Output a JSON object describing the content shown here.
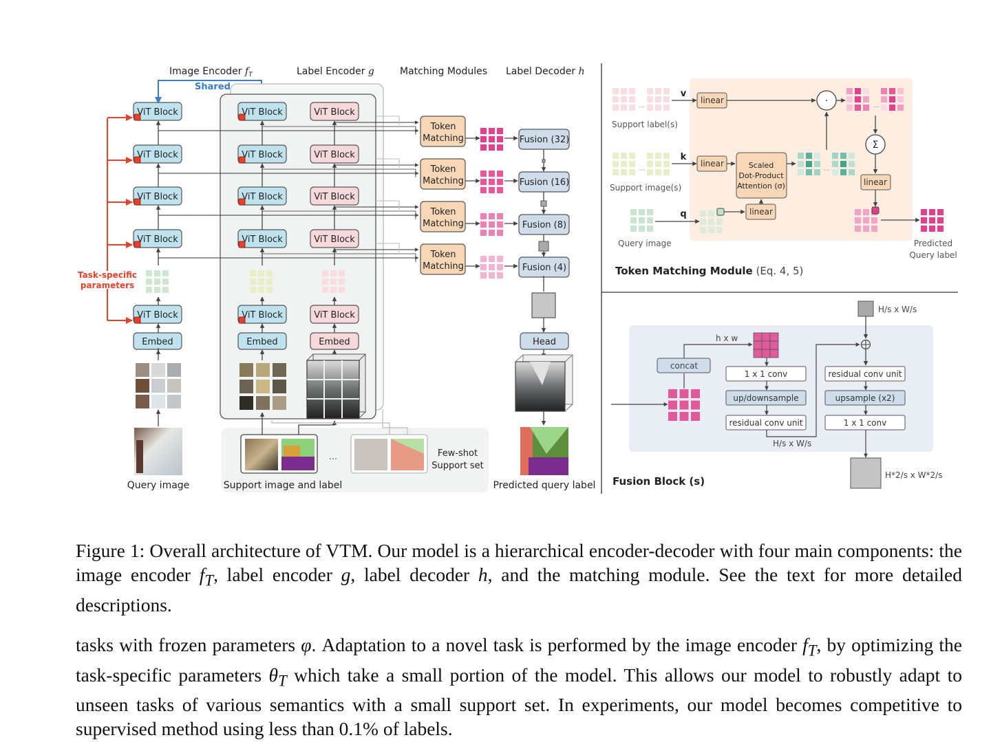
{
  "figure": {
    "column_headers": {
      "image_encoder": "Image Encoder",
      "image_encoder_sym": "f",
      "image_encoder_sub": "T",
      "label_encoder": "Label Encoder",
      "label_encoder_sym": "g",
      "matching": "Matching Modules",
      "label_decoder": "Label Decoder",
      "label_decoder_sym": "h"
    },
    "shared_label": "Shared",
    "task_specific_label": [
      "Task-specific",
      "parameters"
    ],
    "vit_block": "ViT Block",
    "embed": "Embed",
    "token_matching": [
      "Token",
      "Matching"
    ],
    "fusion_blocks": [
      "Fusion (32)",
      "Fusion (16)",
      "Fusion (8)",
      "Fusion (4)"
    ],
    "head": "Head",
    "query_image_label": "Query image",
    "support_image_label": "Support image and label",
    "few_shot_label": [
      "Few-shot",
      "Support set"
    ],
    "ellipsis": "...",
    "predicted_label": "Predicted query label",
    "tmm": {
      "title": "Token Matching Module",
      "title_ref": "(Eq. 4, 5)",
      "support_labels": "Support label(s)",
      "support_images": "Support image(s)",
      "query_image": "Query image",
      "predicted": [
        "Predicted",
        "Query label"
      ],
      "v": "v",
      "k": "k",
      "q": "q",
      "linear": "linear",
      "attention": [
        "Scaled",
        "Dot-Product",
        "Attention (σ)"
      ],
      "dot": "·",
      "sum": "Σ"
    },
    "fusion": {
      "title": "Fusion Block (s)",
      "concat": "concat",
      "hxw": "h x w",
      "conv1x1_a": "1 x 1 conv",
      "updown": "up/downsample",
      "rcu_a": "residual conv unit",
      "hs_ws_mid": "H/s x W/s",
      "hs_ws_top": "H/s x W/s",
      "rcu_b": "residual conv unit",
      "upsample": "upsample (x2)",
      "conv1x1_b": "1 x 1 conv",
      "out_size": "H*2/s x W*2/s"
    },
    "colors": {
      "vit_blue": "#bfe3ee",
      "vit_pink": "#f7d9dc",
      "token_orange": "#f8d7b6",
      "fusion_blue": "#cfdce9",
      "task_red": "#e8412a",
      "shared_blue": "#3a7ccc",
      "magenta": "#e33f8e"
    }
  },
  "caption": {
    "parts": [
      "Figure 1: Overall architecture of VTM. Our model is a hierarchical encoder-decoder with four main components: the image encoder ",
      "f",
      "T",
      ", label encoder ",
      "g",
      ", label decoder ",
      "h",
      ", and the matching module. See the text for more detailed descriptions."
    ]
  },
  "body": {
    "parts": [
      "tasks with frozen parameters ",
      "φ",
      ".  Adaptation to a novel task is performed by the image encoder ",
      "f",
      "T",
      ", by optimizing the task-specific parameters ",
      "θ",
      "T",
      " which take a small portion of the model.  This allows our model to robustly adapt to unseen tasks of various semantics with a small support set. In experiments, our model becomes competitive to supervised method using less than 0.1% of labels."
    ]
  }
}
